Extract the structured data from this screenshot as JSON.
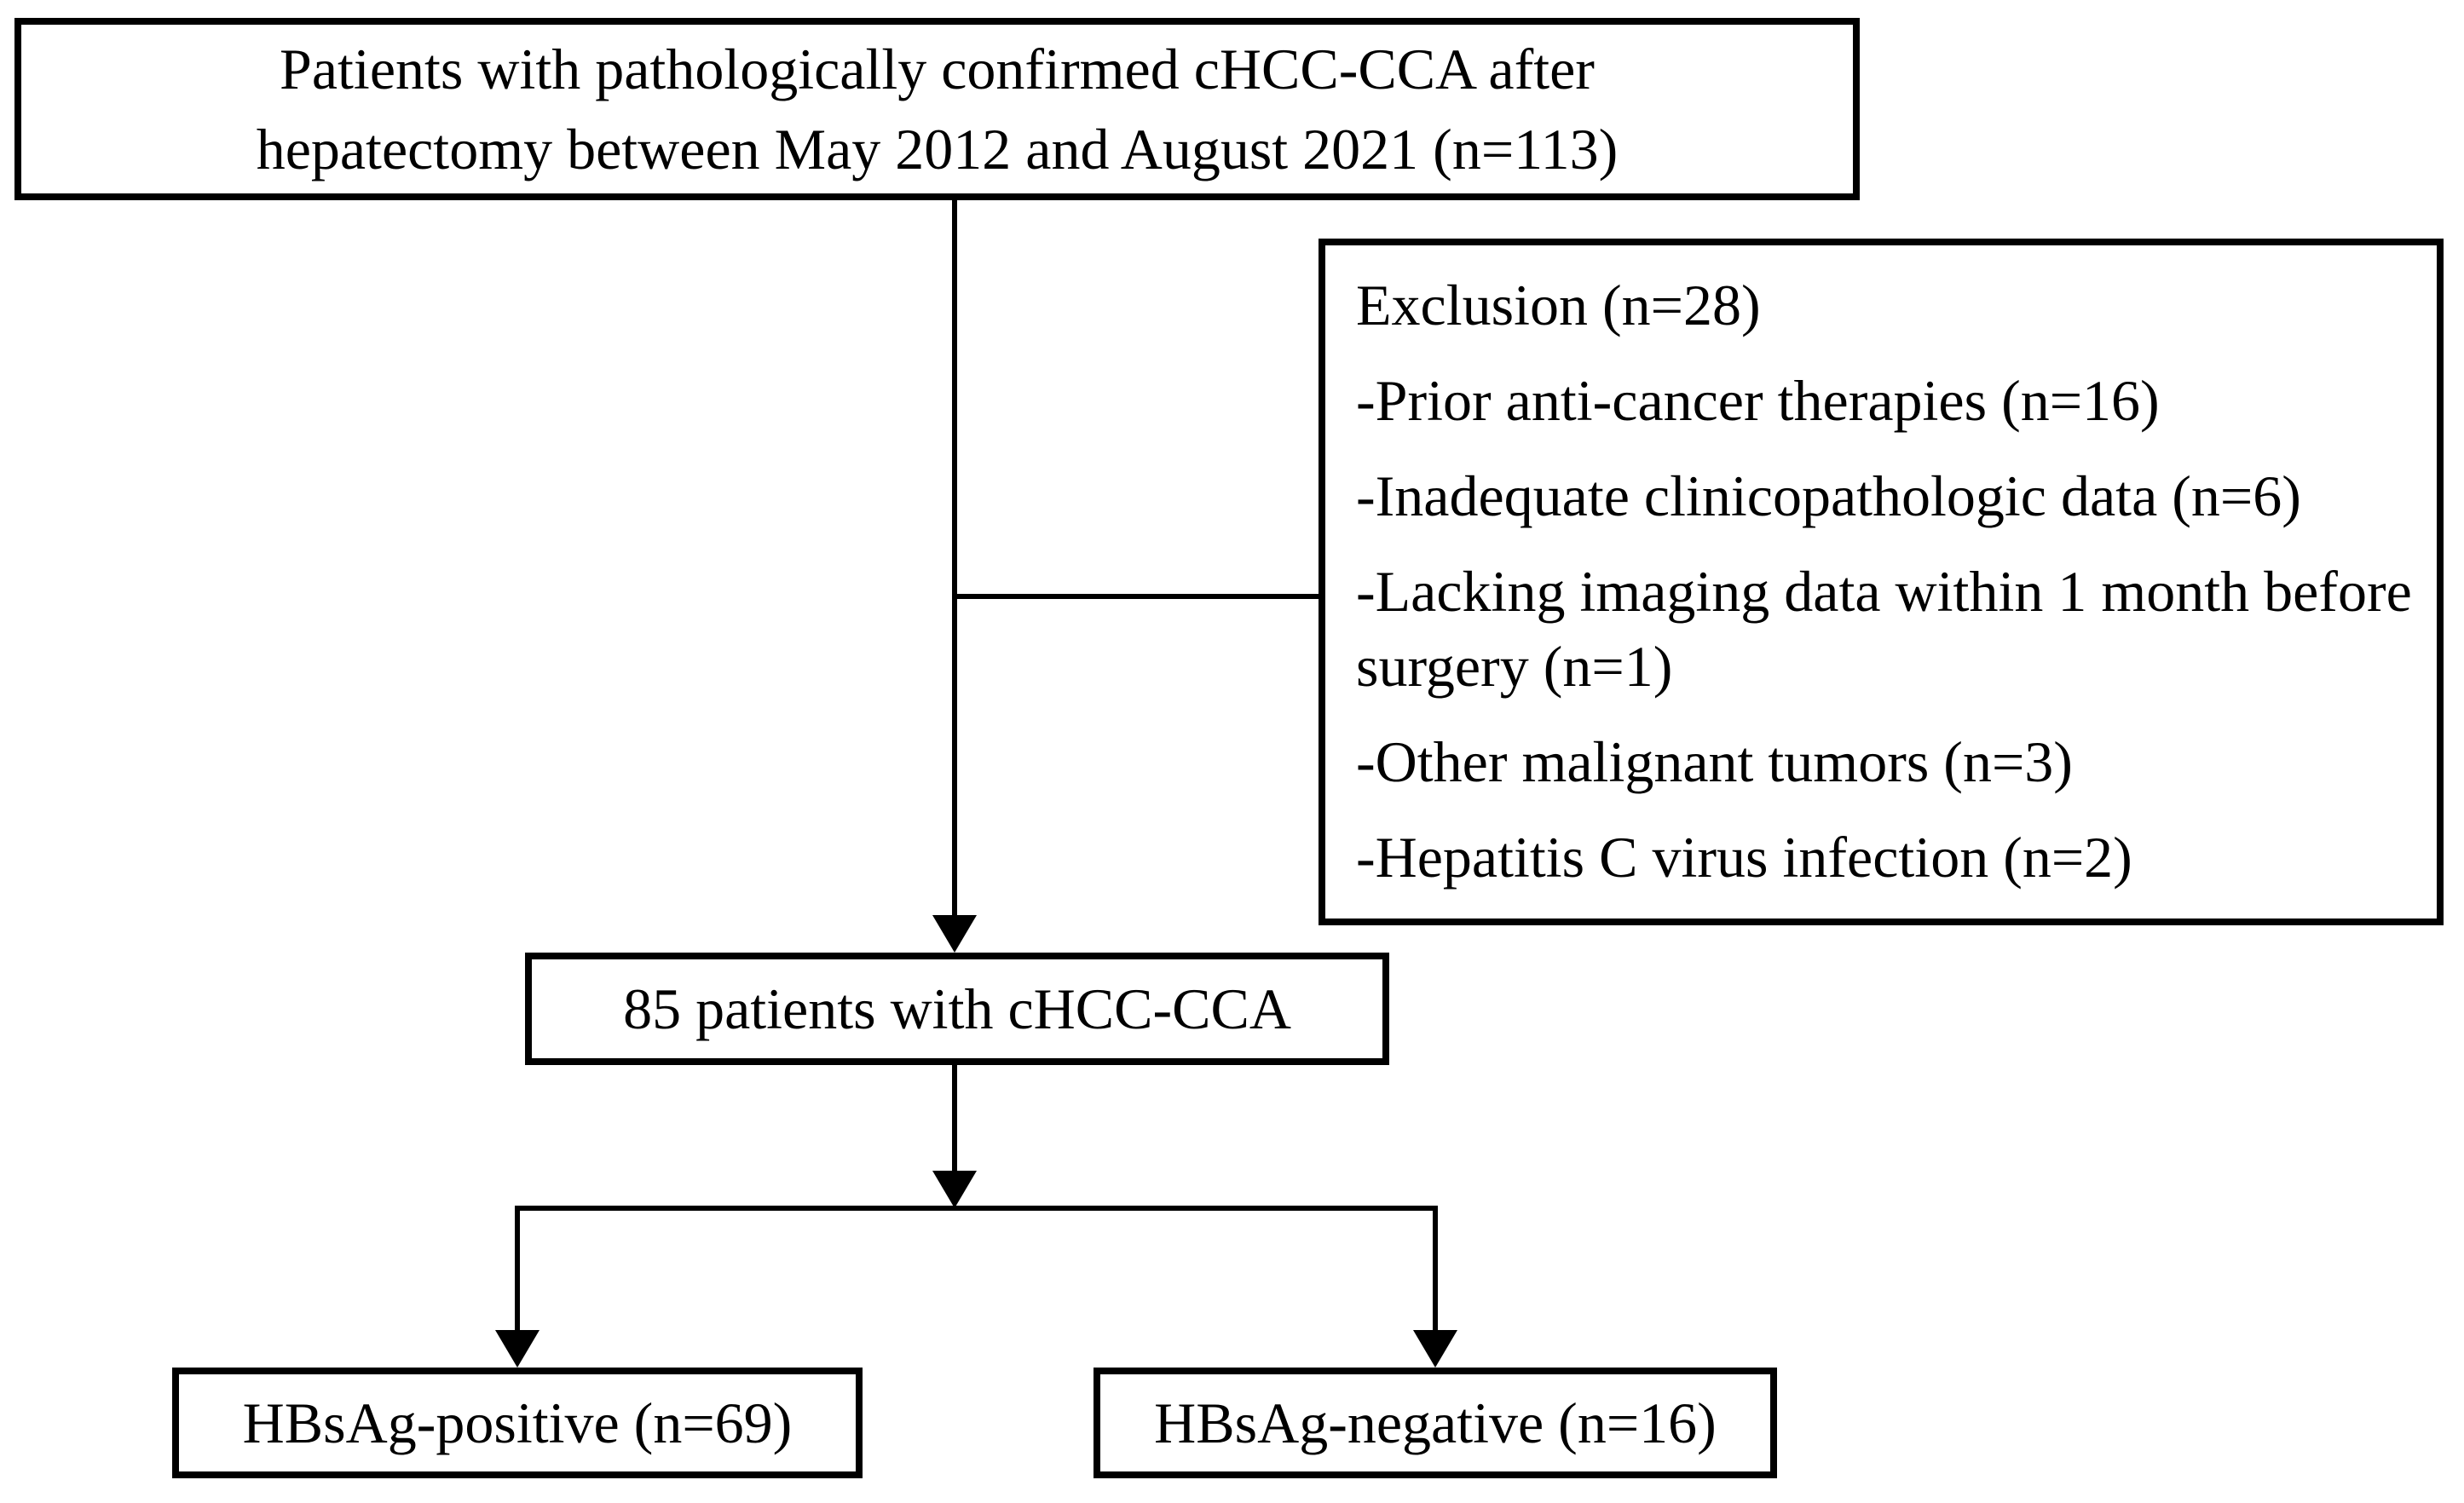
{
  "figure": {
    "background": "#ffffff",
    "line_color": "#000000",
    "text_color": "#000000",
    "nodes": {
      "top": {
        "lines": [
          "Patients with pathologically confirmed cHCC-CCA after",
          "hepatectomy between May 2012 and August 2021 (n=113)"
        ]
      },
      "exclusion": {
        "title": "Exclusion (n=28)",
        "items": [
          "-Prior anti-cancer therapies (n=16)",
          "-Inadequate clinicopathologic data (n=6)",
          "-Lacking imaging data within 1 month before surgery (n=1)",
          "-Other malignant tumors (n=3)",
          "-Hepatitis C virus infection (n=2)"
        ]
      },
      "included": {
        "label": "85 patients with cHCC-CCA"
      },
      "hbsag_positive": {
        "label": "HBsAg-positive (n=69)"
      },
      "hbsag_negative": {
        "label": "HBsAg-negative (n=16)"
      }
    }
  }
}
